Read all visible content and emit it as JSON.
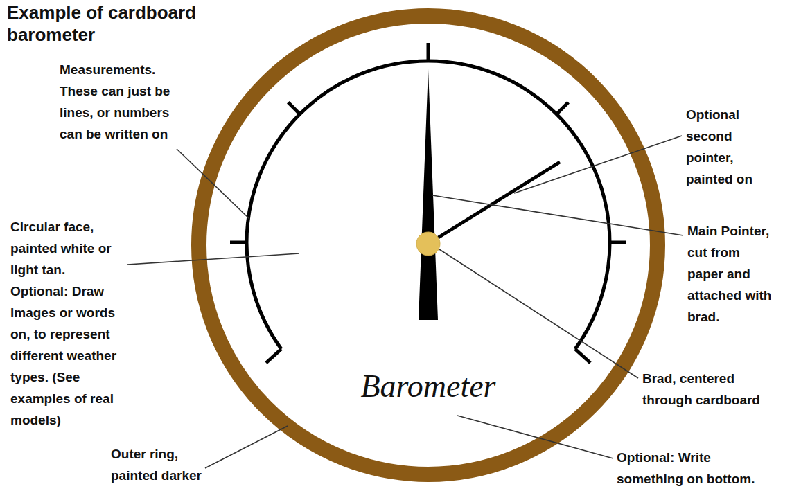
{
  "diagram": {
    "title": "Example of cardboard barometer",
    "labels": [
      "Measurements. These can just be lines, or numbers can be written on",
      "Optional second pointer, painted on",
      "Circular face, painted white or light tan. Optional: Draw images or words on, to represent different weather types. (See examples of real models)",
      "Main Pointer, cut from paper and attached with brad.",
      "Brad, centered through cardboard",
      "Barometer",
      "Outer ring, painted darker",
      "Optional: Write something on bottom."
    ]
  }
}
